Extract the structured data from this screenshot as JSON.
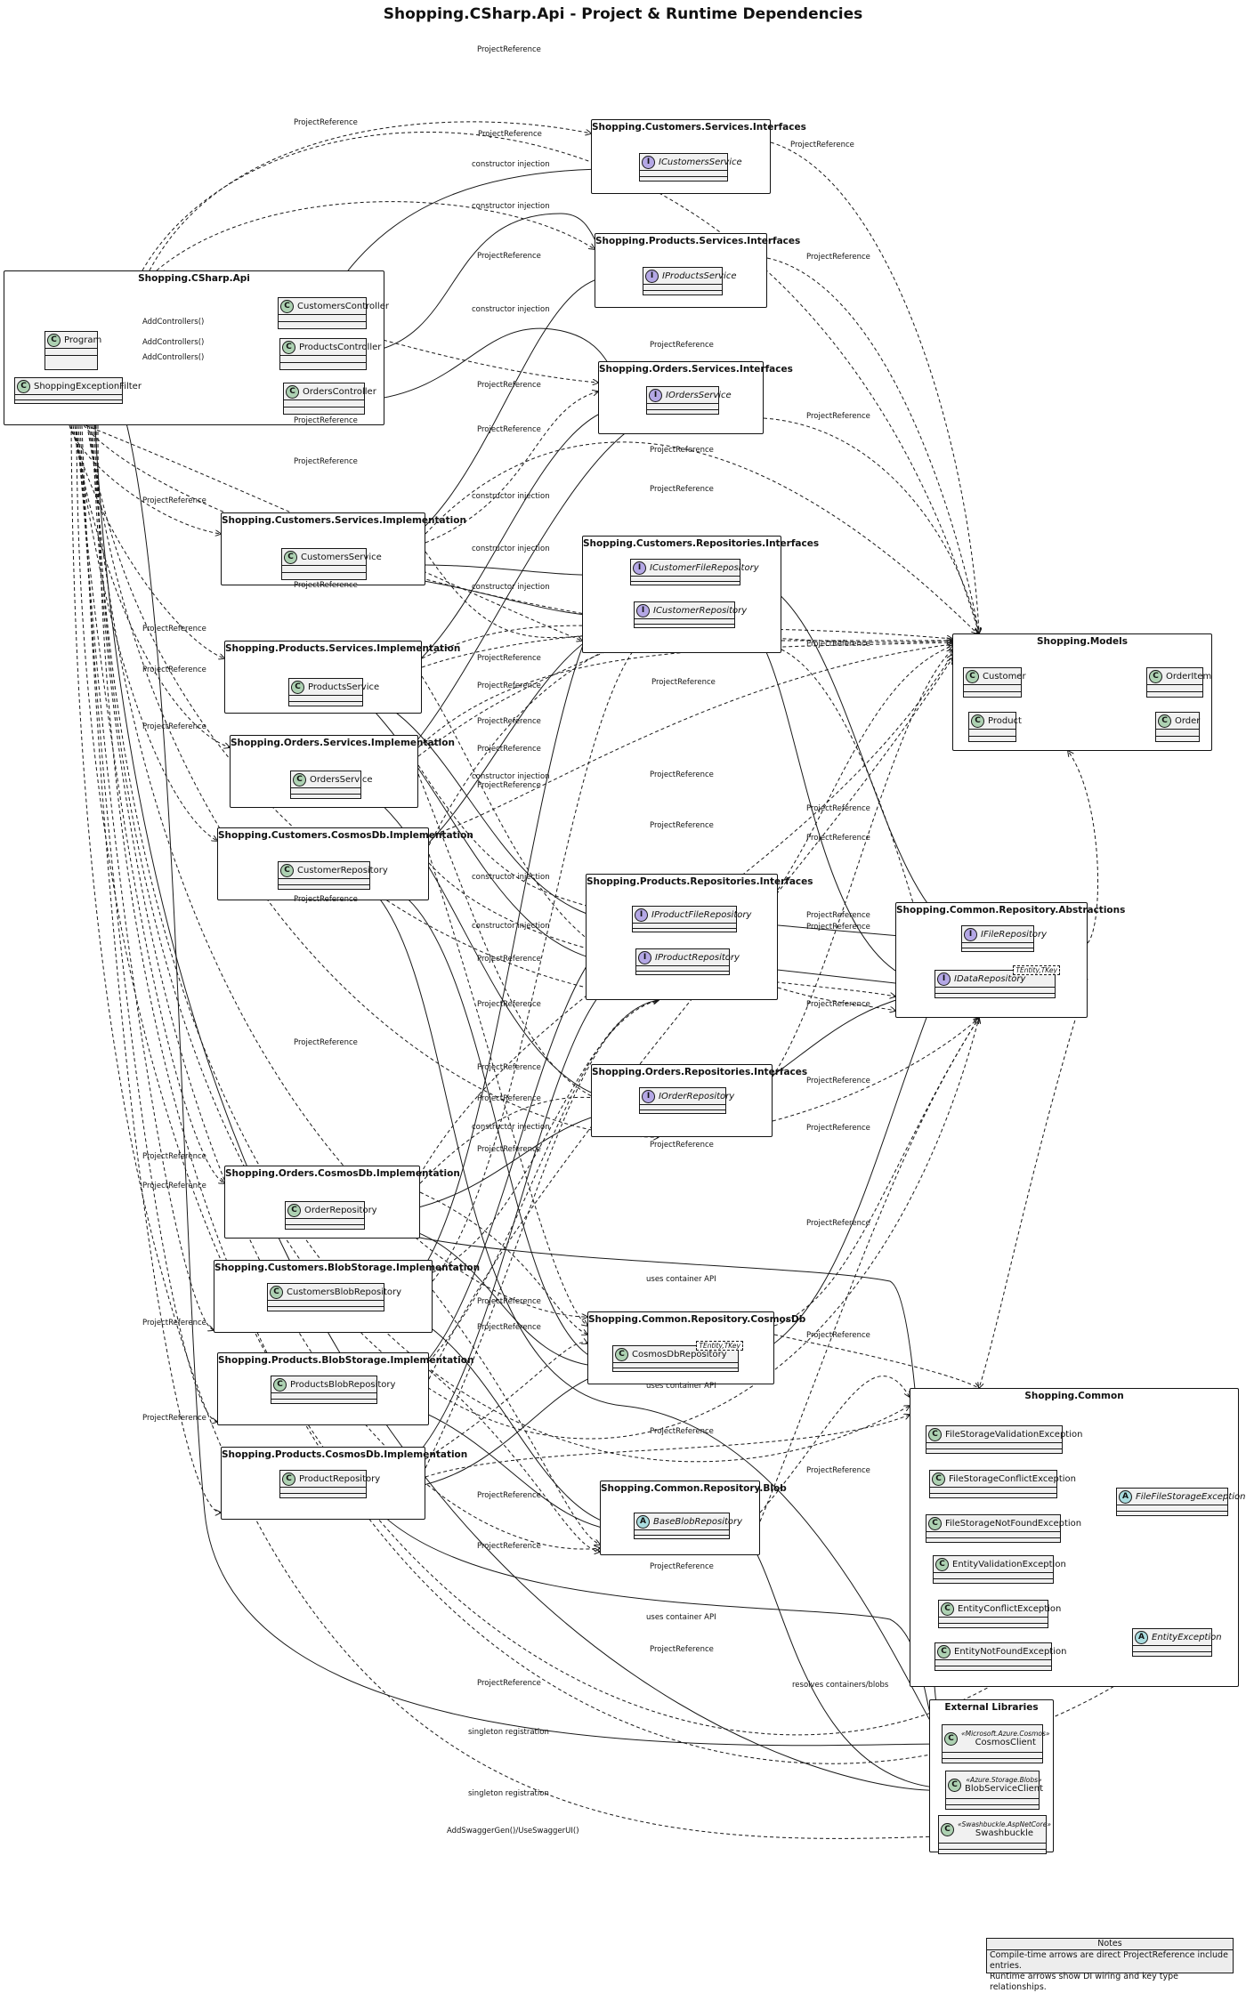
{
  "title": "Shopping.CSharp.Api - Project & Runtime Dependencies",
  "packages": {
    "api": "Shopping.CSharp.Api",
    "customers_services_interfaces": "Shopping.Customers.Services.Interfaces",
    "products_services_interfaces": "Shopping.Products.Services.Interfaces",
    "orders_services_interfaces": "Shopping.Orders.Services.Interfaces",
    "customers_services_impl": "Shopping.Customers.Services.Implementation",
    "customers_repositories_interfaces": "Shopping.Customers.Repositories.Interfaces",
    "products_services_impl": "Shopping.Products.Services.Implementation",
    "orders_services_impl": "Shopping.Orders.Services.Implementation",
    "customers_cosmosdb_impl": "Shopping.Customers.CosmosDb.Implementation",
    "products_repositories_interfaces": "Shopping.Products.Repositories.Interfaces",
    "orders_repositories_interfaces": "Shopping.Orders.Repositories.Interfaces",
    "orders_cosmosdb_impl": "Shopping.Orders.CosmosDb.Implementation",
    "customers_blob_impl": "Shopping.Customers.BlobStorage.Implementation",
    "products_blob_impl": "Shopping.Products.BlobStorage.Implementation",
    "products_cosmosdb_impl": "Shopping.Products.CosmosDb.Implementation",
    "common_repo_cosmosdb": "Shopping.Common.Repository.CosmosDb",
    "common_repo_blob": "Shopping.Common.Repository.Blob",
    "models": "Shopping.Models",
    "common_repo_abstractions": "Shopping.Common.Repository.Abstractions",
    "common": "Shopping.Common",
    "external": "External Libraries"
  },
  "classes": {
    "program": "Program",
    "exception_filter": "ShoppingExceptionFilter",
    "customers_controller": "CustomersController",
    "products_controller": "ProductsController",
    "orders_controller": "OrdersController",
    "icustomers_service": "ICustomersService",
    "iproducts_service": "IProductsService",
    "iorders_service": "IOrdersService",
    "customers_service": "CustomersService",
    "products_service": "ProductsService",
    "orders_service": "OrdersService",
    "icustomer_file_repository": "ICustomerFileRepository",
    "icustomer_repository": "ICustomerRepository",
    "customer_repository": "CustomerRepository",
    "iproduct_file_repository": "IProductFileRepository",
    "iproduct_repository": "IProductRepository",
    "iorder_repository": "IOrderRepository",
    "order_repository": "OrderRepository",
    "customers_blob_repository": "CustomersBlobRepository",
    "products_blob_repository": "ProductsBlobRepository",
    "product_repository": "ProductRepository",
    "cosmosdb_repository": "CosmosDbRepository",
    "cosmosdb_repository_tparams": "TEntity,TKey",
    "base_blob_repository": "BaseBlobRepository",
    "customer": "Customer",
    "order_item": "OrderItem",
    "product": "Product",
    "order": "Order",
    "ifile_repository": "IFileRepository",
    "idata_repository": "IDataRepository",
    "idata_repository_tparams": "TEntity,TKey",
    "file_storage_validation_exception": "FileStorageValidationException",
    "file_storage_conflict_exception": "FileStorageConflictException",
    "file_storage_not_found_exception": "FileStorageNotFoundException",
    "file_file_storage_exception": "FileFileStorageException",
    "entity_validation_exception": "EntityValidationException",
    "entity_conflict_exception": "EntityConflictException",
    "entity_not_found_exception": "EntityNotFoundException",
    "entity_exception": "EntityException",
    "cosmos_client_stereo": "«Microsoft.Azure.Cosmos»",
    "cosmos_client": "CosmosClient",
    "blob_service_client_stereo": "«Azure.Storage.Blobs»",
    "blob_service_client": "BlobServiceClient",
    "swashbuckle_stereo": "«Swashbuckle.AspNetCore»",
    "swashbuckle": "Swashbuckle"
  },
  "edge_labels": {
    "project_reference": "ProjectReference",
    "constructor_injection": "constructor injection",
    "add_controllers": "AddControllers()",
    "uses_container_api": "uses container API",
    "resolves_containers": "resolves containers/blobs",
    "singleton_registration": "singleton registration",
    "add_swagger": "AddSwaggerGen()/UseSwaggerUI()"
  },
  "note": {
    "header": "Notes",
    "line1": "Compile-time arrows are direct ProjectReference include entries.",
    "line2": "Runtime arrows show DI wiring and key type relationships."
  }
}
